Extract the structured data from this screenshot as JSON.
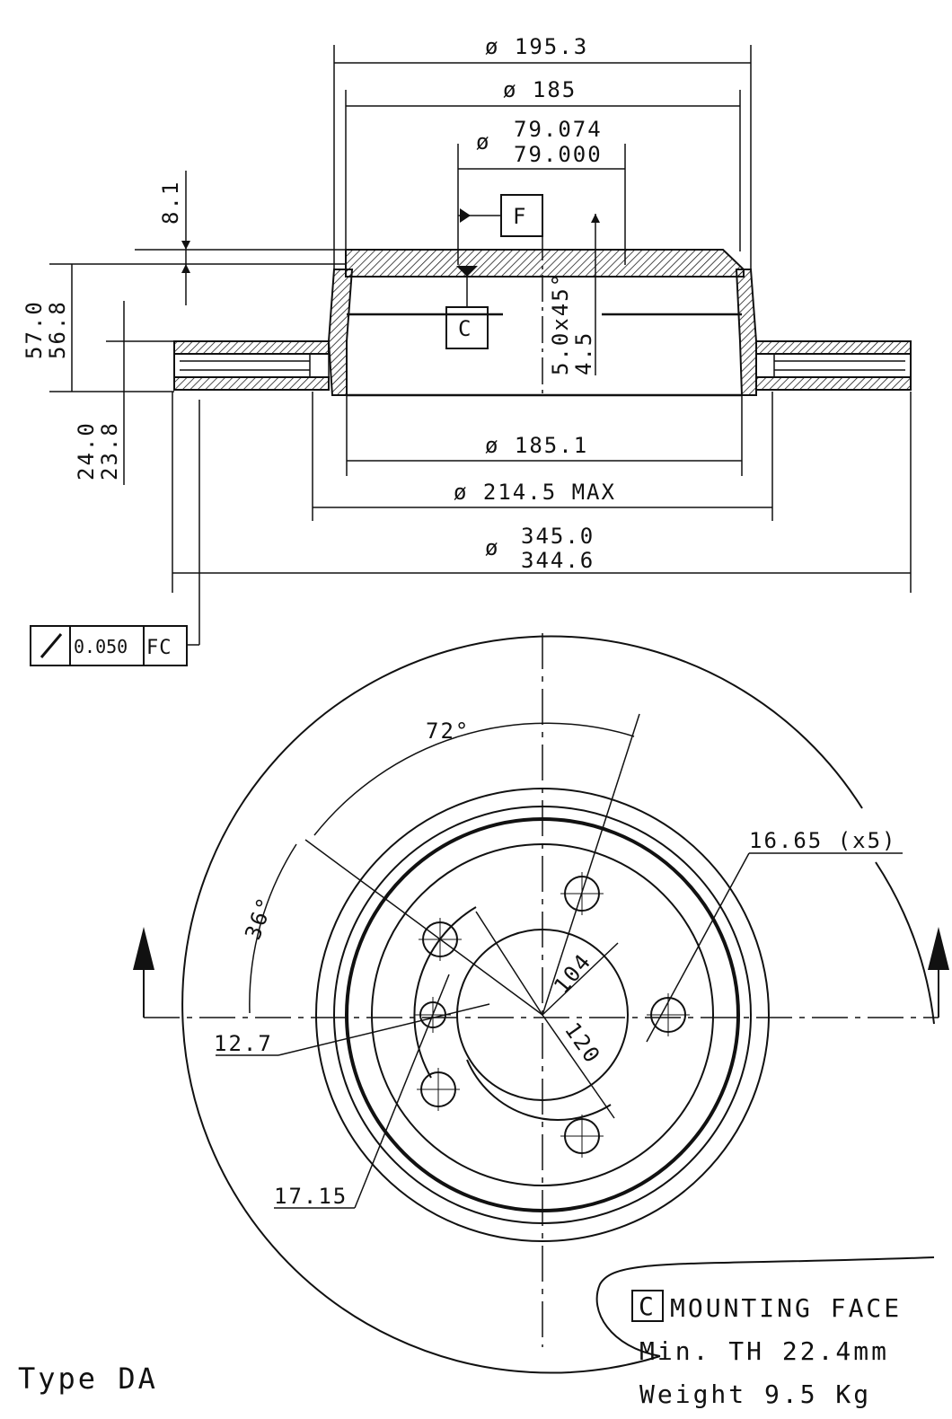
{
  "section_view": {
    "dims": {
      "d195": "ø 195.3",
      "d185": "ø 185",
      "d79a": "79.074",
      "d79b": "79.000",
      "d79sym": "ø",
      "datum_f": "F",
      "datum_c": "C",
      "h81": "8.1",
      "h570": "57.0",
      "h568": "56.8",
      "h240": "24.0",
      "h238": "23.8",
      "chamfer1": "5.0x45°",
      "chamfer2": "4.5",
      "d1851": "ø 185.1",
      "d2145": "ø 214.5 MAX",
      "d345sym": "ø",
      "d345a": "345.0",
      "d344b": "344.6"
    },
    "tolerance_frame": {
      "value": "0.050",
      "datums": "FC"
    }
  },
  "plan_view": {
    "angle_72": "72°",
    "angle_36": "36°",
    "hole_dia": "16.65 (x5)",
    "d104": "104",
    "d120": "120",
    "d127": "12.7",
    "d1715": "17.15"
  },
  "notes": {
    "mounting_box": "C",
    "mounting": "MOUNTING FACE",
    "min_th": "Min. TH 22.4mm",
    "weight": "Weight 9.5 Kg",
    "type": "Type DA"
  }
}
